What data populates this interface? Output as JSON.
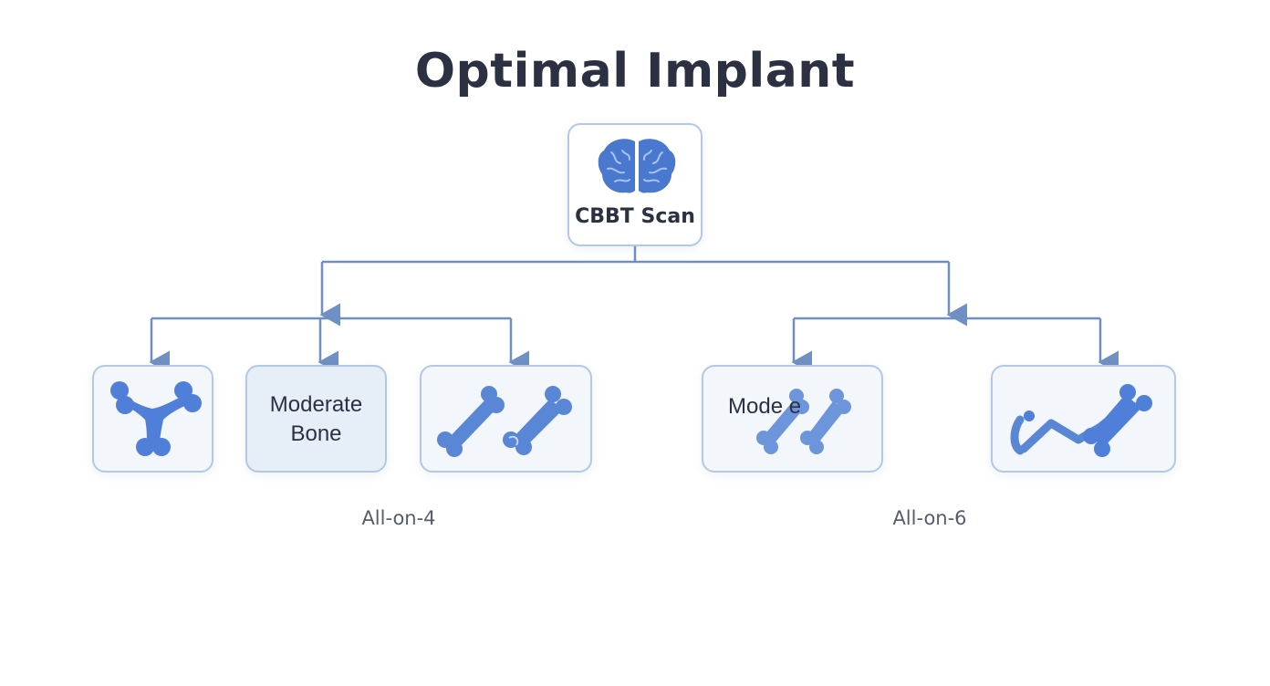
{
  "title": "Optimal Implant",
  "root": {
    "label": "CBBT Scan",
    "icon": "brain-icon"
  },
  "groups": [
    {
      "label": "All-on-4",
      "nodes": [
        {
          "icon": "bone-icon"
        },
        {
          "label_line1": "Moderate",
          "label_line2": "Bone"
        },
        {
          "icon": "two-bones-icon"
        }
      ]
    },
    {
      "label": "All-on-6",
      "nodes": [
        {
          "label": "Mode e",
          "icon": "two-bones-icon"
        },
        {
          "icon": "zigzag-bone-icon"
        }
      ]
    }
  ],
  "colors": {
    "accent": "#5a86d6",
    "connector": "#6f8fc5",
    "border": "#b5c8e3",
    "text": "#2b3142"
  }
}
